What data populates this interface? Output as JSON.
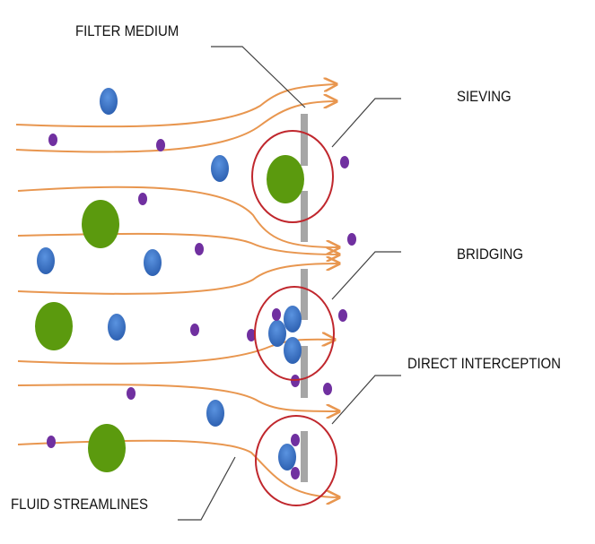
{
  "labels": {
    "filter_medium": "FILTER MEDIUM",
    "sieving": "SIEVING",
    "bridging": "BRIDGING",
    "direct_interception": "DIRECT INTERCEPTION",
    "fluid_streamlines": "FLUID STREAMLINES"
  },
  "colors": {
    "streamline": "#E8964F",
    "filter": "#A6A6A6",
    "highlight_circle": "#C0272D",
    "large_particle": "#5B9A0E",
    "medium_particle": "#3A72C4",
    "small_particle": "#7030A0",
    "leader_line": "#404040"
  },
  "legend_concepts": [
    "filter-medium",
    "sieving",
    "bridging",
    "direct-interception",
    "fluid-streamlines"
  ]
}
